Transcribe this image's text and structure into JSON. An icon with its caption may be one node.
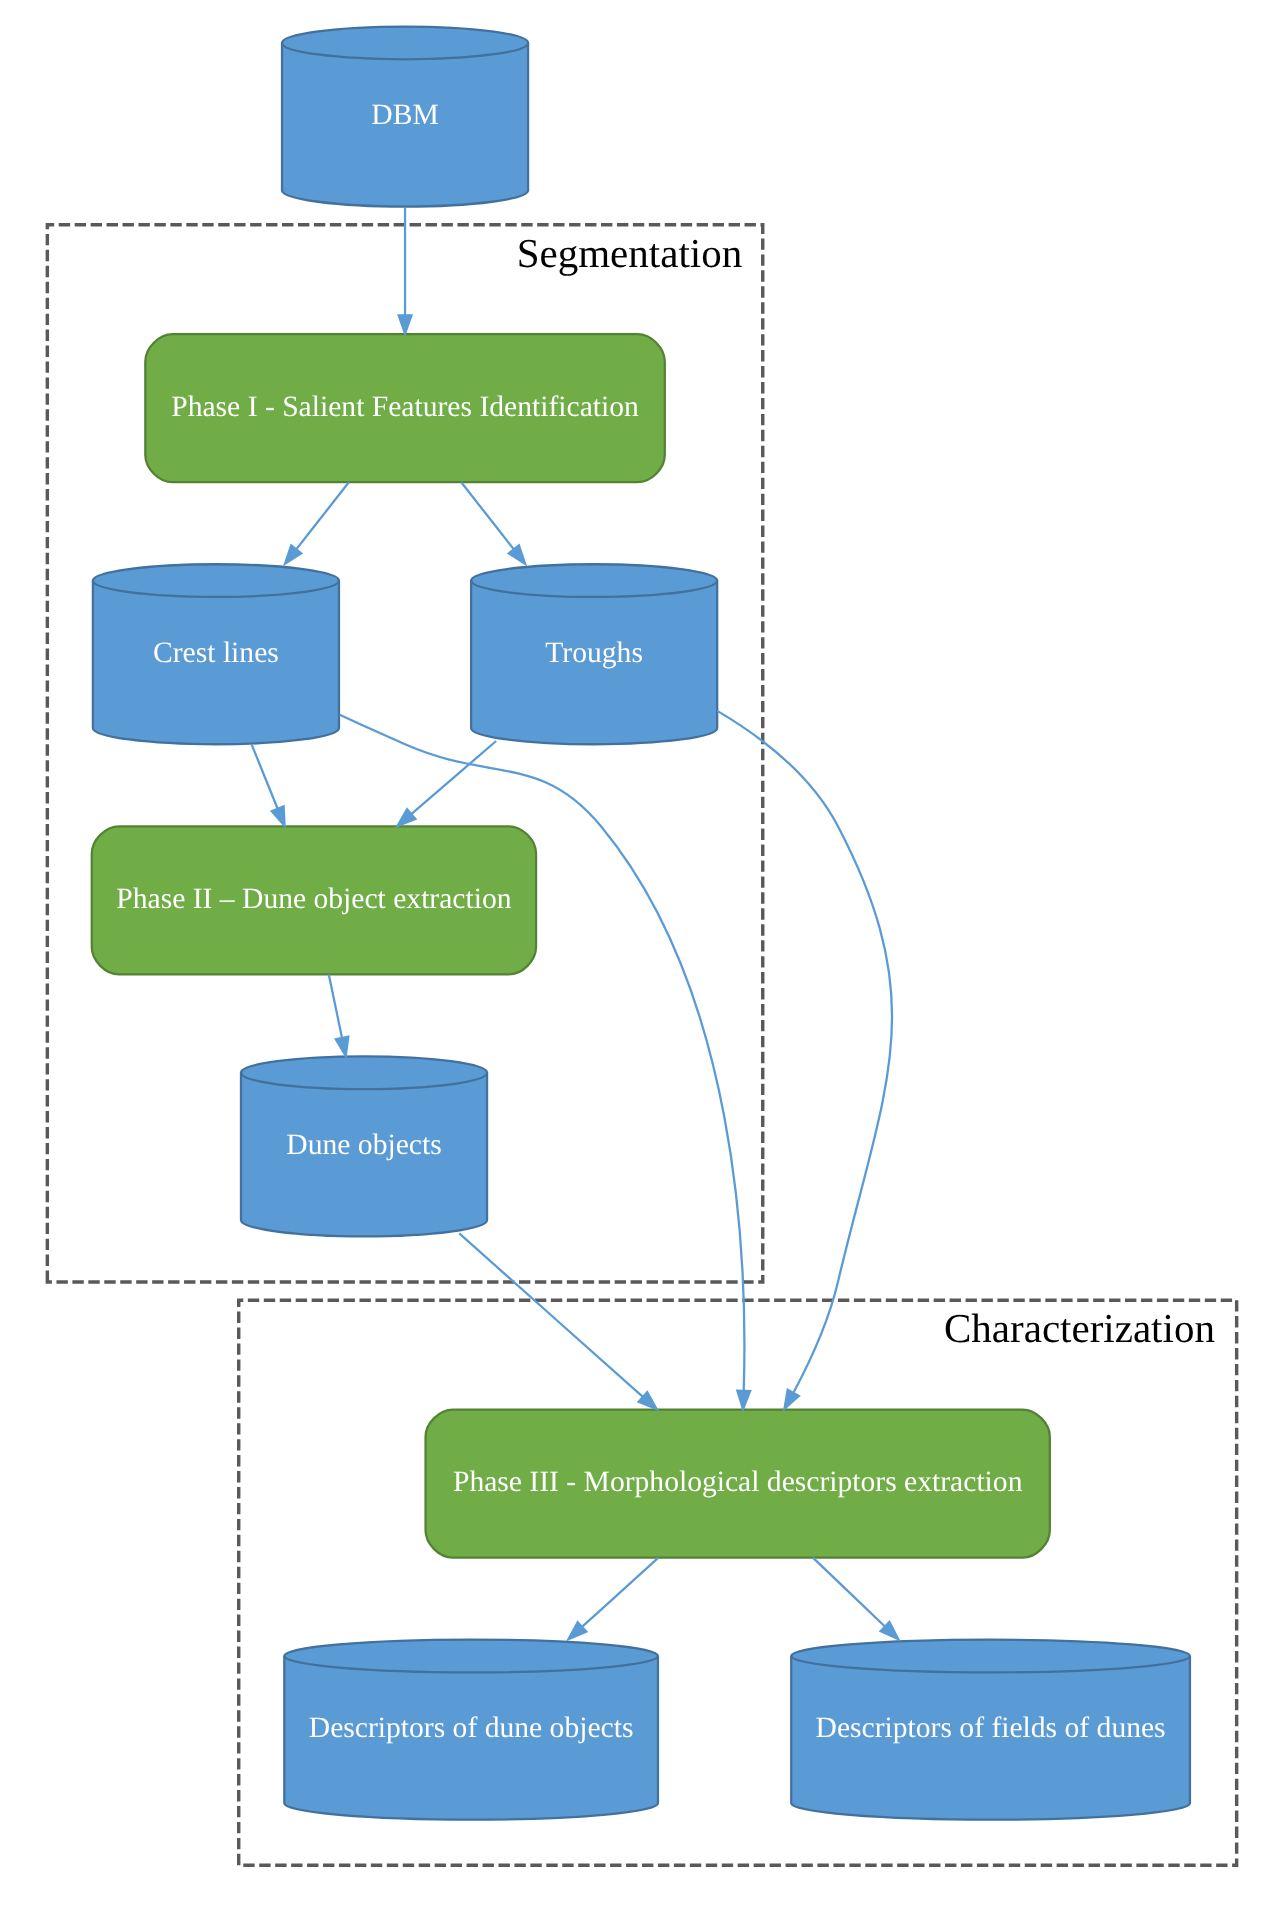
{
  "diagram": {
    "nodes": [
      {
        "text": [
          "DBM"
        ]
      },
      {
        "text": [
          "Segmentation"
        ]
      },
      {
        "text": [
          "Phase I - Salient Features Identification"
        ],
        "in": 1
      },
      {
        "text": [
          "Crest lines"
        ],
        "in": 1
      },
      {
        "text": [
          "Troughs"
        ],
        "in": 1
      },
      {
        "text": [
          "Phase II – Dune object extraction"
        ],
        "in": 1
      },
      {
        "text": [
          "Dune objects"
        ],
        "in": 1
      },
      {
        "text": [
          "Characterization"
        ]
      },
      {
        "text": [
          "Phase III - Morphological descriptors extraction"
        ],
        "in": 7
      },
      {
        "text": [
          "Descriptors of dune objects"
        ],
        "in": 7
      },
      {
        "text": [
          "Descriptors of fields of dunes"
        ],
        "in": 7
      }
    ],
    "edges": [
      {
        "from": 0,
        "to": 2,
        "arrow": "to"
      },
      {
        "from": 2,
        "to": 3,
        "arrow": "to"
      },
      {
        "from": 2,
        "to": 4,
        "arrow": "to"
      },
      {
        "from": 3,
        "to": 5,
        "arrow": "to"
      },
      {
        "from": 4,
        "to": 5,
        "arrow": "to"
      },
      {
        "from": 5,
        "to": 6,
        "arrow": "to"
      },
      {
        "from": 6,
        "to": 8,
        "arrow": "to"
      },
      {
        "from": 3,
        "to": 8,
        "arrow": "to"
      },
      {
        "from": 4,
        "to": 8,
        "arrow": "to"
      },
      {
        "from": 8,
        "to": 9,
        "arrow": "to"
      },
      {
        "from": 8,
        "to": 10,
        "arrow": "to"
      }
    ]
  }
}
